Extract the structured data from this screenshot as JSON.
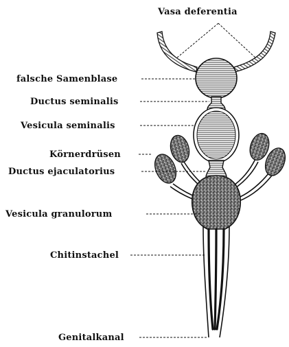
{
  "labels": {
    "vasa_deferentia": "Vasa deferentia",
    "falsche_samenblase": "falsche Samenblase",
    "ductus_seminalis": "Ductus seminalis",
    "vesicula_seminalis": "Vesicula seminalis",
    "koernerdruesen": "Körnerdrüsen",
    "ductus_ejaculatorius": "Ductus ejaculatorius",
    "vesicula_granulorum": "Vesicula granulorum",
    "chitinstachel": "Chitinstachel",
    "genitalkanal": "Genitalkanal"
  }
}
